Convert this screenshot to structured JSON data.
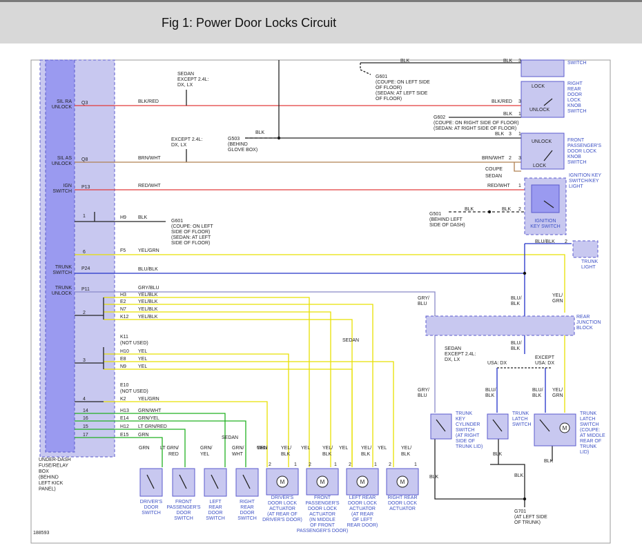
{
  "header": {
    "title": "Fig 1: Power Door Locks Circuit"
  },
  "colors": {
    "header_bg": "#d8d8d8",
    "fuse_box_fill": "#c8c8f0",
    "fuse_box_stripe": "#9a9af0",
    "label_blue": "#3b4fc4",
    "wire_red": "#e23a3a",
    "wire_brown": "#b08050",
    "wire_yellow": "#e8e000",
    "wire_blue": "#2030c8",
    "wire_green": "#20b020",
    "wire_gray_blue": "#8888c8",
    "wire_black": "#222222"
  },
  "fuse_box": {
    "pins": [
      {
        "id": "sil_ra",
        "label": [
          "SIL RA",
          "UNLOCK"
        ],
        "term": "Q3"
      },
      {
        "id": "sil_as",
        "label": [
          "SIL AS",
          "UNLOCK"
        ],
        "term": "Q8"
      },
      {
        "id": "ign",
        "label": [
          "IGN",
          "SWITCH"
        ],
        "term": "P13"
      },
      {
        "id": "trunk_sw",
        "label": [
          "TRUNK",
          "SWITCH"
        ],
        "term": "P24"
      },
      {
        "id": "trunk_unlock",
        "label": [
          "TRUNK",
          "UNLOCK"
        ],
        "term": "P11"
      }
    ],
    "relay_numbers": [
      "1",
      "6",
      "2",
      "3",
      "4",
      "14",
      "16",
      "15",
      "17"
    ],
    "caption": [
      "UNDER-DASH",
      "FUSE/RELAY",
      "BOX",
      "(BEHIND",
      "LEFT KICK",
      "PANEL)"
    ]
  },
  "terminals": [
    "H9",
    "F5",
    "H3",
    "E2",
    "N7",
    "K12",
    "K11",
    "H10",
    "E8",
    "N9",
    "E10",
    "K2",
    "H13",
    "E14",
    "H12",
    "E15"
  ],
  "not_used": "(NOT USED)",
  "wire_colors": {
    "blk": "BLK",
    "blk_red": "BLK/RED",
    "brn_wht": "BRN/WHT",
    "red_wht": "RED/WHT",
    "yel_grn": "YEL/GRN",
    "blu_blk": "BLU/BLK",
    "gry_blu": "GRY/BLU",
    "yel_blk": "YEL/BLK",
    "yel": "YEL",
    "grn_wht": "GRN/WHT",
    "grn_yel": "GRN/YEL",
    "lt_grn_red": "LT GRN/RED",
    "grn": "GRN",
    "gry": "GRY/",
    "blu": "BLU",
    "blu_": "BLU/",
    "yel_": "YEL/",
    "grn_": "GRN",
    "lt_grn_": "LT GRN/",
    "red": "RED",
    "grn_slash": "GRN/",
    "wht": "WHT",
    "yel_slash": "YEL"
  },
  "notes": {
    "sedan_except": [
      "SEDAN",
      "EXCEPT 2.4L:",
      "DX, LX"
    ],
    "except_24": [
      "EXCEPT 2.4L:",
      "DX, LX"
    ],
    "g503": [
      "G503",
      "(BEHIND",
      "GLOVE BOX)"
    ],
    "g601_top": [
      "G601",
      "(COUPE: ON LEFT SIDE",
      "OF FLOOR)",
      "(SEDAN: AT LEFT SIDE",
      "OF FLOOR)"
    ],
    "g602": [
      "G602",
      "(COUPE: ON RIGHT SIDE OF FLOOR)",
      "(SEDAN: AT RIGHT SIDE OF FLOOR)"
    ],
    "g501": [
      "G501",
      "(BEHIND LEFT",
      "SIDE OF DASH)"
    ],
    "g601_mid": [
      "G601",
      "(COUPE: ON LEFT",
      "SIDE OF FLOOR)",
      "(SEDAN: AT LEFT",
      "SIDE OF FLOOR)"
    ],
    "coupe": "COUPE",
    "sedan": "SEDAN",
    "sedan_24": [
      "SEDAN",
      "EXCEPT 2.4L:",
      "DX, LX"
    ],
    "usa_dx": "USA: DX",
    "except_usa": [
      "EXCEPT",
      "USA: DX"
    ],
    "g701": [
      "G701",
      "(AT LEFT SIDE",
      "OF TRUNK)"
    ],
    "figure_id": "188593"
  },
  "components": {
    "rr_lock_switch": [
      "RIGHT",
      "REAR",
      "DOOR",
      "LOCK",
      "KNOB",
      "SWITCH"
    ],
    "fp_lock_switch": [
      "FRONT",
      "PASSENGER'S",
      "DOOR LOCK",
      "KNOB",
      "SWITCH"
    ],
    "ign_key_switch": [
      "IGNITION KEY",
      "SWITCH/KEY",
      "LIGHT"
    ],
    "ign_key_inner": [
      "IGNITION",
      "KEY SWITCH"
    ],
    "top_switch": "SWITCH",
    "trunk_light": [
      "TRUNK",
      "LIGHT"
    ],
    "rear_junction": [
      "REAR",
      "JUNCTION",
      "BLOCK"
    ],
    "trunk_key_cyl": [
      "TRUNK",
      "KEY",
      "CYLINDER",
      "SWITCH",
      "(AT RIGHT",
      "SIDE OF",
      "TRUNK LID)"
    ],
    "trunk_latch_sw": [
      "TRUNK",
      "LATCH",
      "SWITCH"
    ],
    "trunk_latch_sw2": [
      "TRUNK",
      "LATCH",
      "SWITCH",
      "(COUPE:",
      "AT MIDDLE",
      "REAR OF",
      "TRUNK",
      "LID)"
    ],
    "lock": "LOCK",
    "unlock": "UNLOCK",
    "drivers_door_switch": [
      "DRIVER'S",
      "DOOR",
      "SWITCH"
    ],
    "front_pass_door_switch": [
      "FRONT",
      "PASSENGER'S",
      "DOOR",
      "SWITCH"
    ],
    "left_rear_door_switch": [
      "LEFT",
      "REAR",
      "DOOR",
      "SWITCH"
    ],
    "right_rear_door_switch": [
      "RIGHT",
      "REAR",
      "DOOR",
      "SWITCH"
    ],
    "drivers_actuator": [
      "DRIVER'S",
      "DOOR LOCK",
      "ACTUATOR",
      "(AT REAR OF",
      "DRIVER'S DOOR)"
    ],
    "front_pass_actuator": [
      "FRONT",
      "PASSENGER'S",
      "DOOR LOCK",
      "ACTUATOR",
      "(IN MIDDLE",
      "OF FRONT",
      "PASSENGER'S DOOR)"
    ],
    "left_rear_actuator": [
      "LEFT REAR",
      "DOOR LOCK",
      "ACTUATOR",
      "(AT REAR",
      "OF LEFT",
      "REAR DOOR)"
    ],
    "right_rear_actuator": [
      "RIGHT REAR",
      "DOOR LOCK",
      "ACTUATOR"
    ],
    "motor": "M"
  },
  "pin_numbers": [
    "1",
    "2",
    "3"
  ]
}
